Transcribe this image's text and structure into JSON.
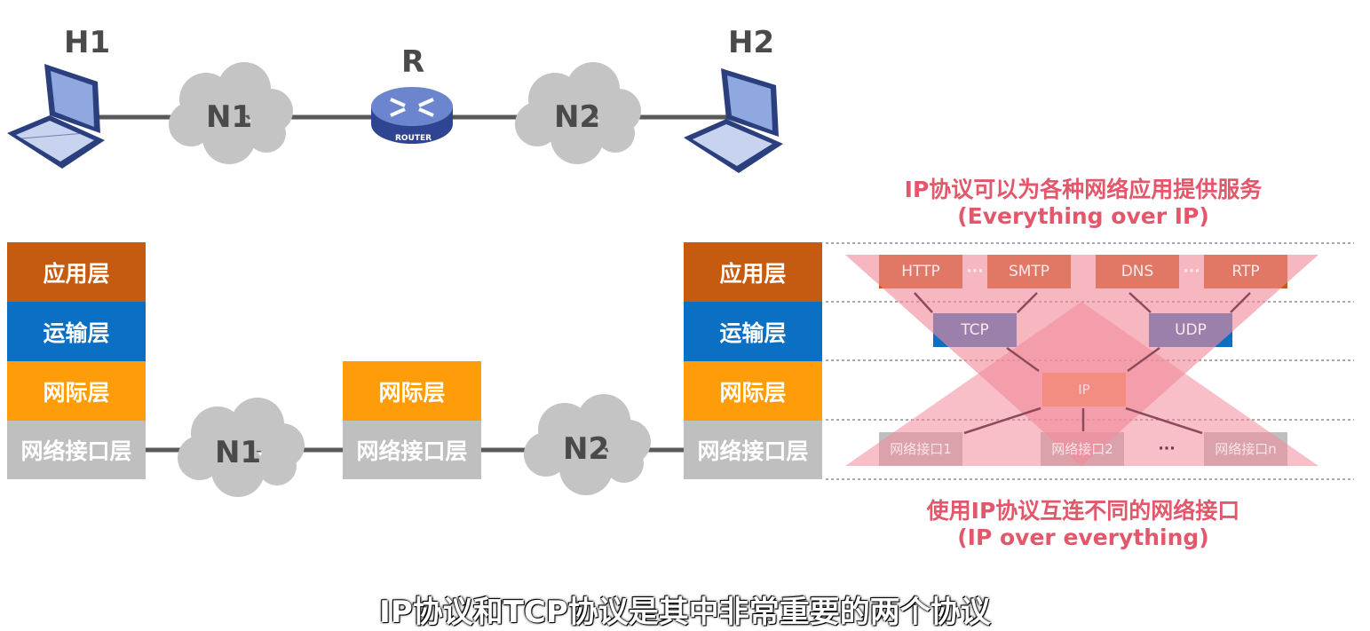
{
  "topology": {
    "host1": "H1",
    "host2": "H2",
    "router": "R",
    "router_badge": "ROUTER",
    "net1": "N1",
    "net2": "N2"
  },
  "stack_left": {
    "app": "应用层",
    "transport": "运输层",
    "internet": "网际层",
    "interface": "网络接口层"
  },
  "stack_router": {
    "internet": "网际层",
    "interface": "网络接口层"
  },
  "stack_right": {
    "app": "应用层",
    "transport": "运输层",
    "internet": "网际层",
    "interface": "网络接口层"
  },
  "bottom_clouds": {
    "net1": "N1",
    "net2": "N2"
  },
  "hourglass": {
    "caption_top_1": "IP协议可以为各种网络应用提供服务",
    "caption_top_2": "(Everything over IP)",
    "caption_bottom_1": "使用IP协议互连不同的网络接口",
    "caption_bottom_2": "(IP over everything)",
    "app_protocols": [
      "HTTP",
      "SMTP",
      "DNS",
      "RTP"
    ],
    "transport_protocols": [
      "TCP",
      "UDP"
    ],
    "network_protocol": "IP",
    "interfaces": [
      "网络接口1",
      "网络接口2",
      "网络接口n"
    ],
    "ellipsis": "···"
  },
  "subtitle": "IP协议和TCP协议是其中非常重要的两个协议",
  "colors": {
    "app": "#c55a11",
    "transport": "#0b6fc4",
    "internet": "#ff9c0a",
    "interface": "#bfbfbf",
    "accent": "#e3576b"
  }
}
